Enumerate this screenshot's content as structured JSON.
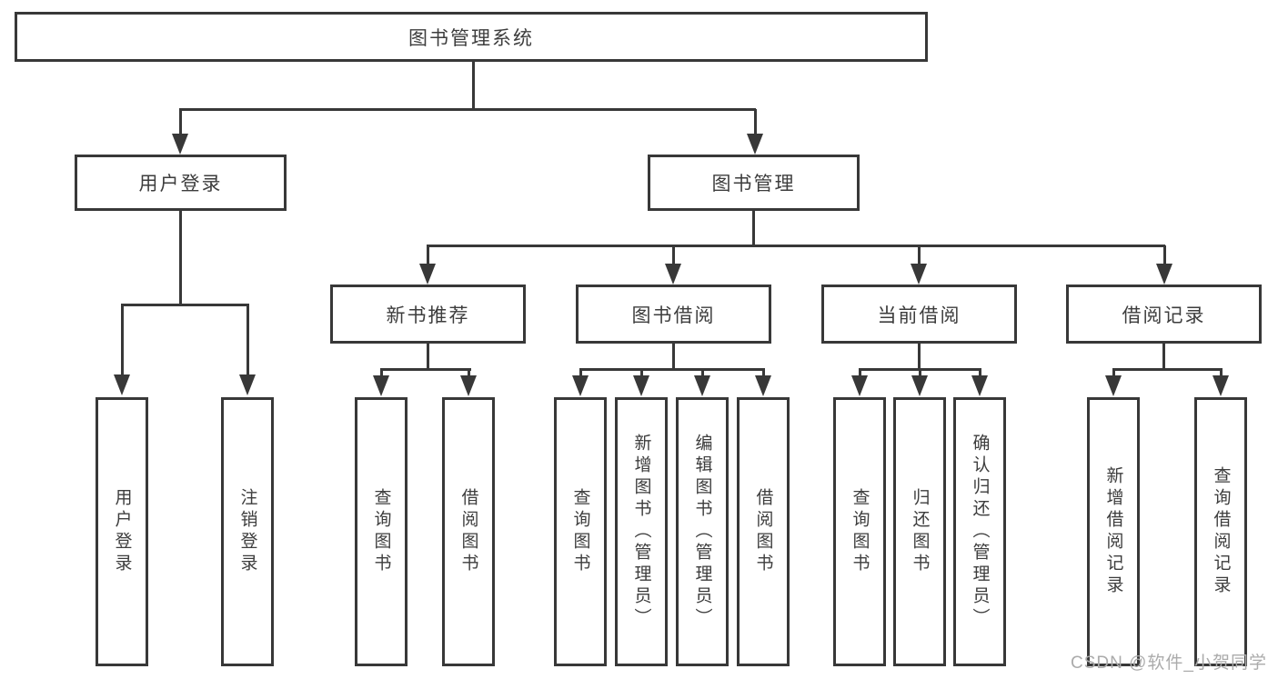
{
  "tree": {
    "root": {
      "label": "图书管理系统"
    },
    "level2": [
      {
        "label": "用户登录"
      },
      {
        "label": "图书管理"
      }
    ],
    "level3": [
      {
        "label": "新书推荐",
        "parent": "图书管理"
      },
      {
        "label": "图书借阅",
        "parent": "图书管理"
      },
      {
        "label": "当前借阅",
        "parent": "图书管理"
      },
      {
        "label": "借阅记录",
        "parent": "图书管理"
      }
    ],
    "leaves": [
      {
        "label": "用户登录",
        "parent": "用户登录"
      },
      {
        "label": "注销登录",
        "parent": "用户登录"
      },
      {
        "label": "查询图书",
        "parent": "新书推荐"
      },
      {
        "label": "借阅图书",
        "parent": "新书推荐"
      },
      {
        "label": "查询图书",
        "parent": "图书借阅"
      },
      {
        "label": "新增图书（管理员）",
        "parent": "图书借阅"
      },
      {
        "label": "编辑图书（管理员）",
        "parent": "图书借阅"
      },
      {
        "label": "借阅图书",
        "parent": "图书借阅"
      },
      {
        "label": "查询图书",
        "parent": "当前借阅"
      },
      {
        "label": "归还图书",
        "parent": "当前借阅"
      },
      {
        "label": "确认归还（管理员）",
        "parent": "当前借阅"
      },
      {
        "label": "新增借阅记录",
        "parent": "借阅记录"
      },
      {
        "label": "查询借阅记录",
        "parent": "借阅记录"
      }
    ]
  },
  "watermark": {
    "text": "CSDN @软件_小贺同学"
  },
  "colors": {
    "line": "#383838",
    "text": "#3d3d3d",
    "box_background": "#ffffff",
    "watermark": "#ababab",
    "page_background": "#ffffff"
  }
}
